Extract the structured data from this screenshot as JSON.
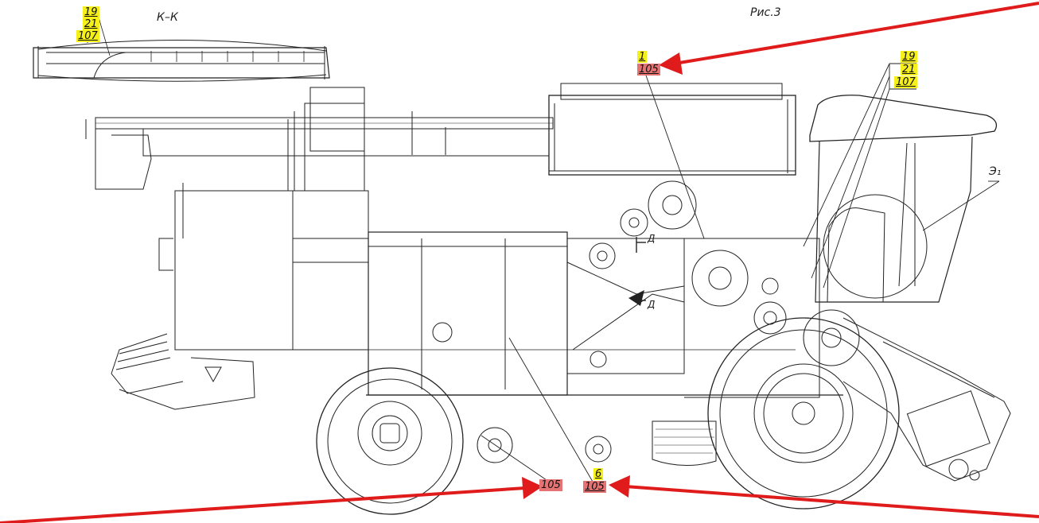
{
  "section_title": "К–К",
  "figure_title": "Рис.3",
  "e_label": "Э₁",
  "view_d_1": "Д",
  "view_d_2": "Д",
  "callouts": {
    "topleft": [
      "19",
      "21",
      "107"
    ],
    "top_center": [
      "1",
      "105"
    ],
    "top_right": [
      "19",
      "21",
      "107"
    ],
    "bottom_center": [
      "6",
      "105"
    ],
    "bottom_left": [
      "105"
    ]
  },
  "colors": {
    "highlight_yellow": "#f5ef1a",
    "highlight_red": "#e57373",
    "arrow_red": "#e01b1b",
    "line": "#222222"
  }
}
